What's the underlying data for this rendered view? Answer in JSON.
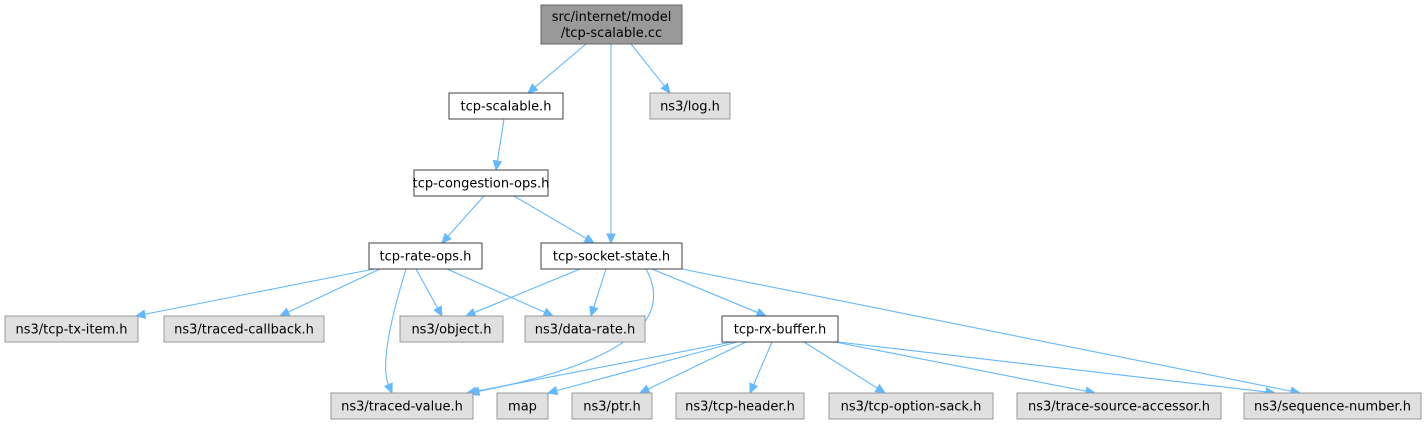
{
  "colors": {
    "root_fill": "#999999",
    "root_stroke": "#666666",
    "local_fill": "#ffffff",
    "local_stroke": "#404040",
    "external_fill": "#e0e0e0",
    "external_stroke": "#999999",
    "edge": "#63b8ff"
  },
  "nodes": [
    {
      "id": "root",
      "label": "src/internet/model\n/tcp-scalable.cc",
      "kind": "root"
    },
    {
      "id": "tcp-scalable-h",
      "label": "tcp-scalable.h",
      "kind": "local"
    },
    {
      "id": "ns3-log-h",
      "label": "ns3/log.h",
      "kind": "external"
    },
    {
      "id": "tcp-congestion-ops-h",
      "label": "tcp-congestion-ops.h",
      "kind": "local"
    },
    {
      "id": "tcp-rate-ops-h",
      "label": "tcp-rate-ops.h",
      "kind": "local"
    },
    {
      "id": "tcp-socket-state-h",
      "label": "tcp-socket-state.h",
      "kind": "local"
    },
    {
      "id": "ns3-tcp-tx-item-h",
      "label": "ns3/tcp-tx-item.h",
      "kind": "external"
    },
    {
      "id": "ns3-traced-callback-h",
      "label": "ns3/traced-callback.h",
      "kind": "external"
    },
    {
      "id": "ns3-object-h",
      "label": "ns3/object.h",
      "kind": "external"
    },
    {
      "id": "ns3-data-rate-h",
      "label": "ns3/data-rate.h",
      "kind": "external"
    },
    {
      "id": "tcp-rx-buffer-h",
      "label": "tcp-rx-buffer.h",
      "kind": "local"
    },
    {
      "id": "ns3-traced-value-h",
      "label": "ns3/traced-value.h",
      "kind": "external"
    },
    {
      "id": "map",
      "label": "map",
      "kind": "external"
    },
    {
      "id": "ns3-ptr-h",
      "label": "ns3/ptr.h",
      "kind": "external"
    },
    {
      "id": "ns3-tcp-header-h",
      "label": "ns3/tcp-header.h",
      "kind": "external"
    },
    {
      "id": "ns3-tcp-option-sack-h",
      "label": "ns3/tcp-option-sack.h",
      "kind": "external"
    },
    {
      "id": "ns3-trace-source-accessor-h",
      "label": "ns3/trace-source-accessor.h",
      "kind": "external"
    },
    {
      "id": "ns3-sequence-number-h",
      "label": "ns3/sequence-number.h",
      "kind": "external"
    }
  ],
  "edges": [
    [
      "root",
      "tcp-scalable-h"
    ],
    [
      "root",
      "ns3-log-h"
    ],
    [
      "root",
      "tcp-socket-state-h"
    ],
    [
      "tcp-scalable-h",
      "tcp-congestion-ops-h"
    ],
    [
      "tcp-congestion-ops-h",
      "tcp-rate-ops-h"
    ],
    [
      "tcp-congestion-ops-h",
      "tcp-socket-state-h"
    ],
    [
      "tcp-rate-ops-h",
      "ns3-tcp-tx-item-h"
    ],
    [
      "tcp-rate-ops-h",
      "ns3-traced-callback-h"
    ],
    [
      "tcp-rate-ops-h",
      "ns3-object-h"
    ],
    [
      "tcp-rate-ops-h",
      "ns3-data-rate-h"
    ],
    [
      "tcp-rate-ops-h",
      "ns3-traced-value-h"
    ],
    [
      "tcp-socket-state-h",
      "ns3-object-h"
    ],
    [
      "tcp-socket-state-h",
      "ns3-data-rate-h"
    ],
    [
      "tcp-socket-state-h",
      "tcp-rx-buffer-h"
    ],
    [
      "tcp-socket-state-h",
      "ns3-traced-value-h"
    ],
    [
      "tcp-socket-state-h",
      "ns3-sequence-number-h"
    ],
    [
      "tcp-rx-buffer-h",
      "ns3-traced-value-h"
    ],
    [
      "tcp-rx-buffer-h",
      "map"
    ],
    [
      "tcp-rx-buffer-h",
      "ns3-ptr-h"
    ],
    [
      "tcp-rx-buffer-h",
      "ns3-tcp-header-h"
    ],
    [
      "tcp-rx-buffer-h",
      "ns3-tcp-option-sack-h"
    ],
    [
      "tcp-rx-buffer-h",
      "ns3-trace-source-accessor-h"
    ],
    [
      "tcp-rx-buffer-h",
      "ns3-sequence-number-h"
    ]
  ]
}
